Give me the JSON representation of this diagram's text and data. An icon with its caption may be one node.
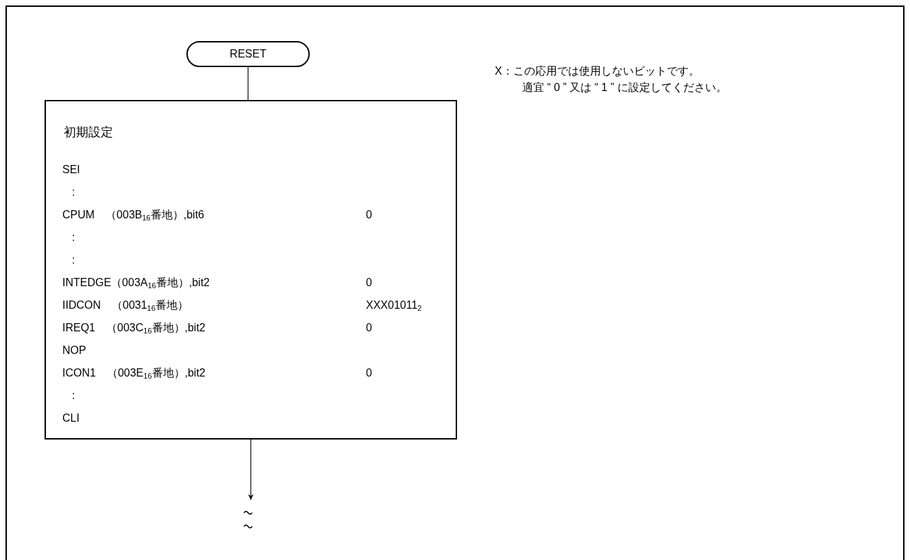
{
  "diagram": {
    "nodes": [
      {
        "text": [
          "RESET"
        ]
      },
      {
        "text": [
          "初期設定",
          "SEI",
          ":",
          "CPUM　（003B$_{16}$番地）,bit6",
          "0",
          ":",
          ":",
          "INTEDGE（003A$_{16}$番地）,bit2",
          "0",
          "IIDCON　（0031$_{16}$番地）",
          "XXX01011$_{2}$",
          "IREQ1　（003C$_{16}$番地）,bit2",
          "0",
          "NOP",
          "ICON1　（003E$_{16}$番地）,bit2",
          "0",
          ":",
          "CLI"
        ]
      }
    ],
    "edges": [
      {
        "from": 0,
        "to": 1,
        "arrow": "none"
      },
      {
        "from": 1,
        "to": null,
        "arrow": "to"
      }
    ],
    "labels": [
      "X：この応用では使用しないビットです。",
      "適宜 “ 0 ” 又は “ 1 ” に設定してください。"
    ]
  }
}
